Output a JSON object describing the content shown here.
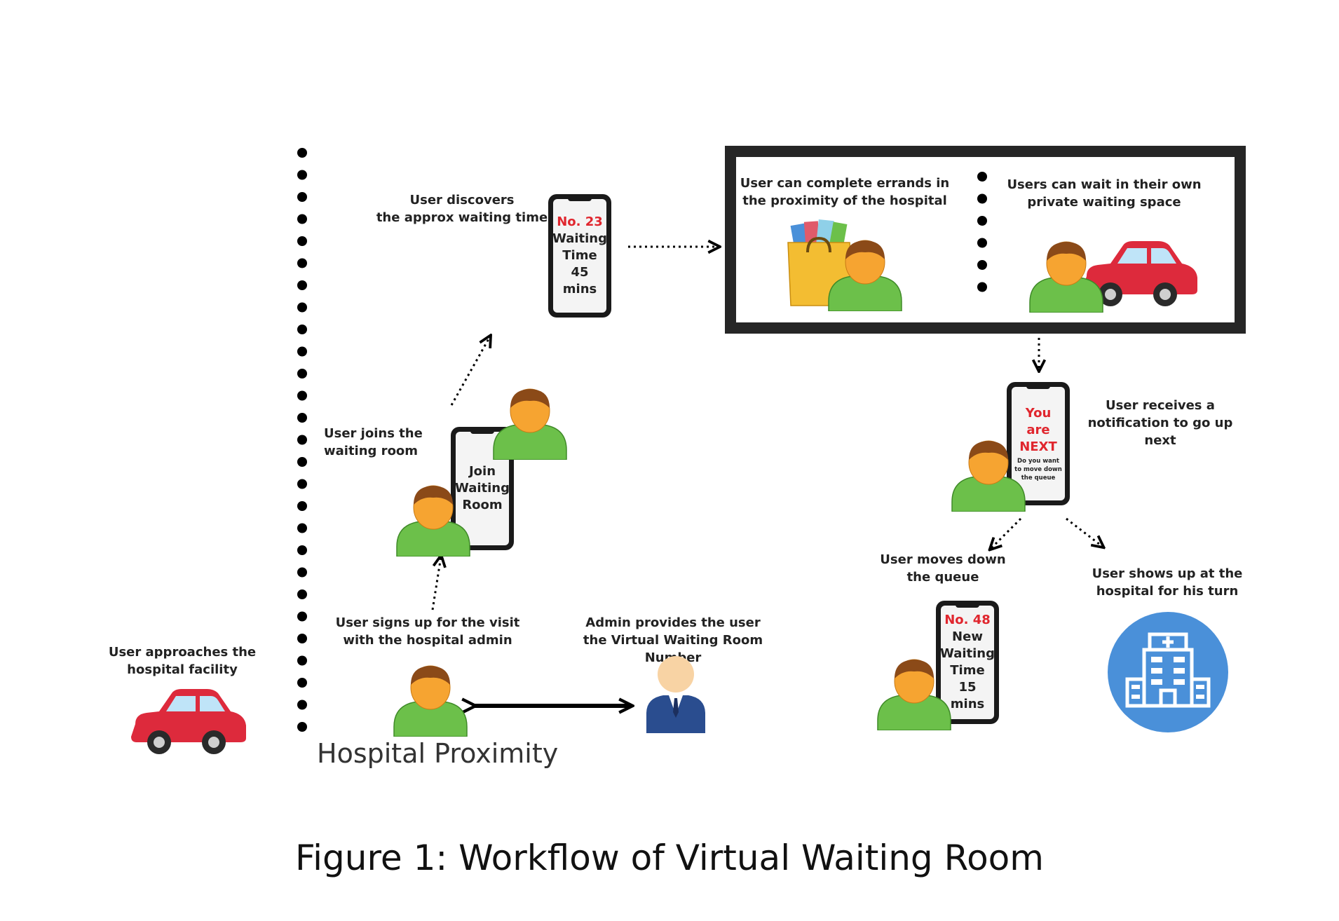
{
  "labels": {
    "approach": "User approaches the\nhospital facility",
    "signup": "User signs up for the visit\nwith the hospital admin",
    "admin": "Admin provides the user\nthe  Virtual Waiting  Room Number",
    "joins": "User joins the\nwaiting room",
    "discovers": "User discovers\nthe approx waiting time",
    "errands": "User can complete  errands in\nthe proximity of the hospital",
    "private_wait": "Users can wait in their own\nprivate waiting space",
    "notification": "User  receives  a\nnotification to go up next",
    "moves_down": "User moves down\nthe queue",
    "shows_up": "User shows up at the\nhospital for his turn"
  },
  "phones": {
    "join": {
      "line1": "Join",
      "line2": "Waiting",
      "line3": "Room"
    },
    "wait": {
      "number": "No. 23",
      "line1": "Waiting",
      "line2": "Time",
      "line3": "45 mins"
    },
    "next": {
      "line1": "You are",
      "line2": "NEXT",
      "small": "Do you want to move down the queue"
    },
    "new": {
      "number": "No. 48",
      "line1": "New",
      "line2": "Waiting",
      "line3": "Time",
      "line4": "15 mins"
    }
  },
  "proximity_label": "Hospital Proximity",
  "caption": "Figure 1: Workflow of Virtual Waiting Room",
  "icons": [
    "car-icon",
    "user-icon",
    "admin-icon",
    "shopping-bag-icon",
    "hospital-icon"
  ],
  "colors": {
    "accent_red": "#e0262e",
    "car_red": "#dd2a3c",
    "user_green": "#6cc04a",
    "user_face": "#f6a431",
    "user_hair": "#8b4a18",
    "admin_suit": "#2a4d8f",
    "hospital_blue": "#4a90d9",
    "bag_yellow": "#f3bd32"
  }
}
